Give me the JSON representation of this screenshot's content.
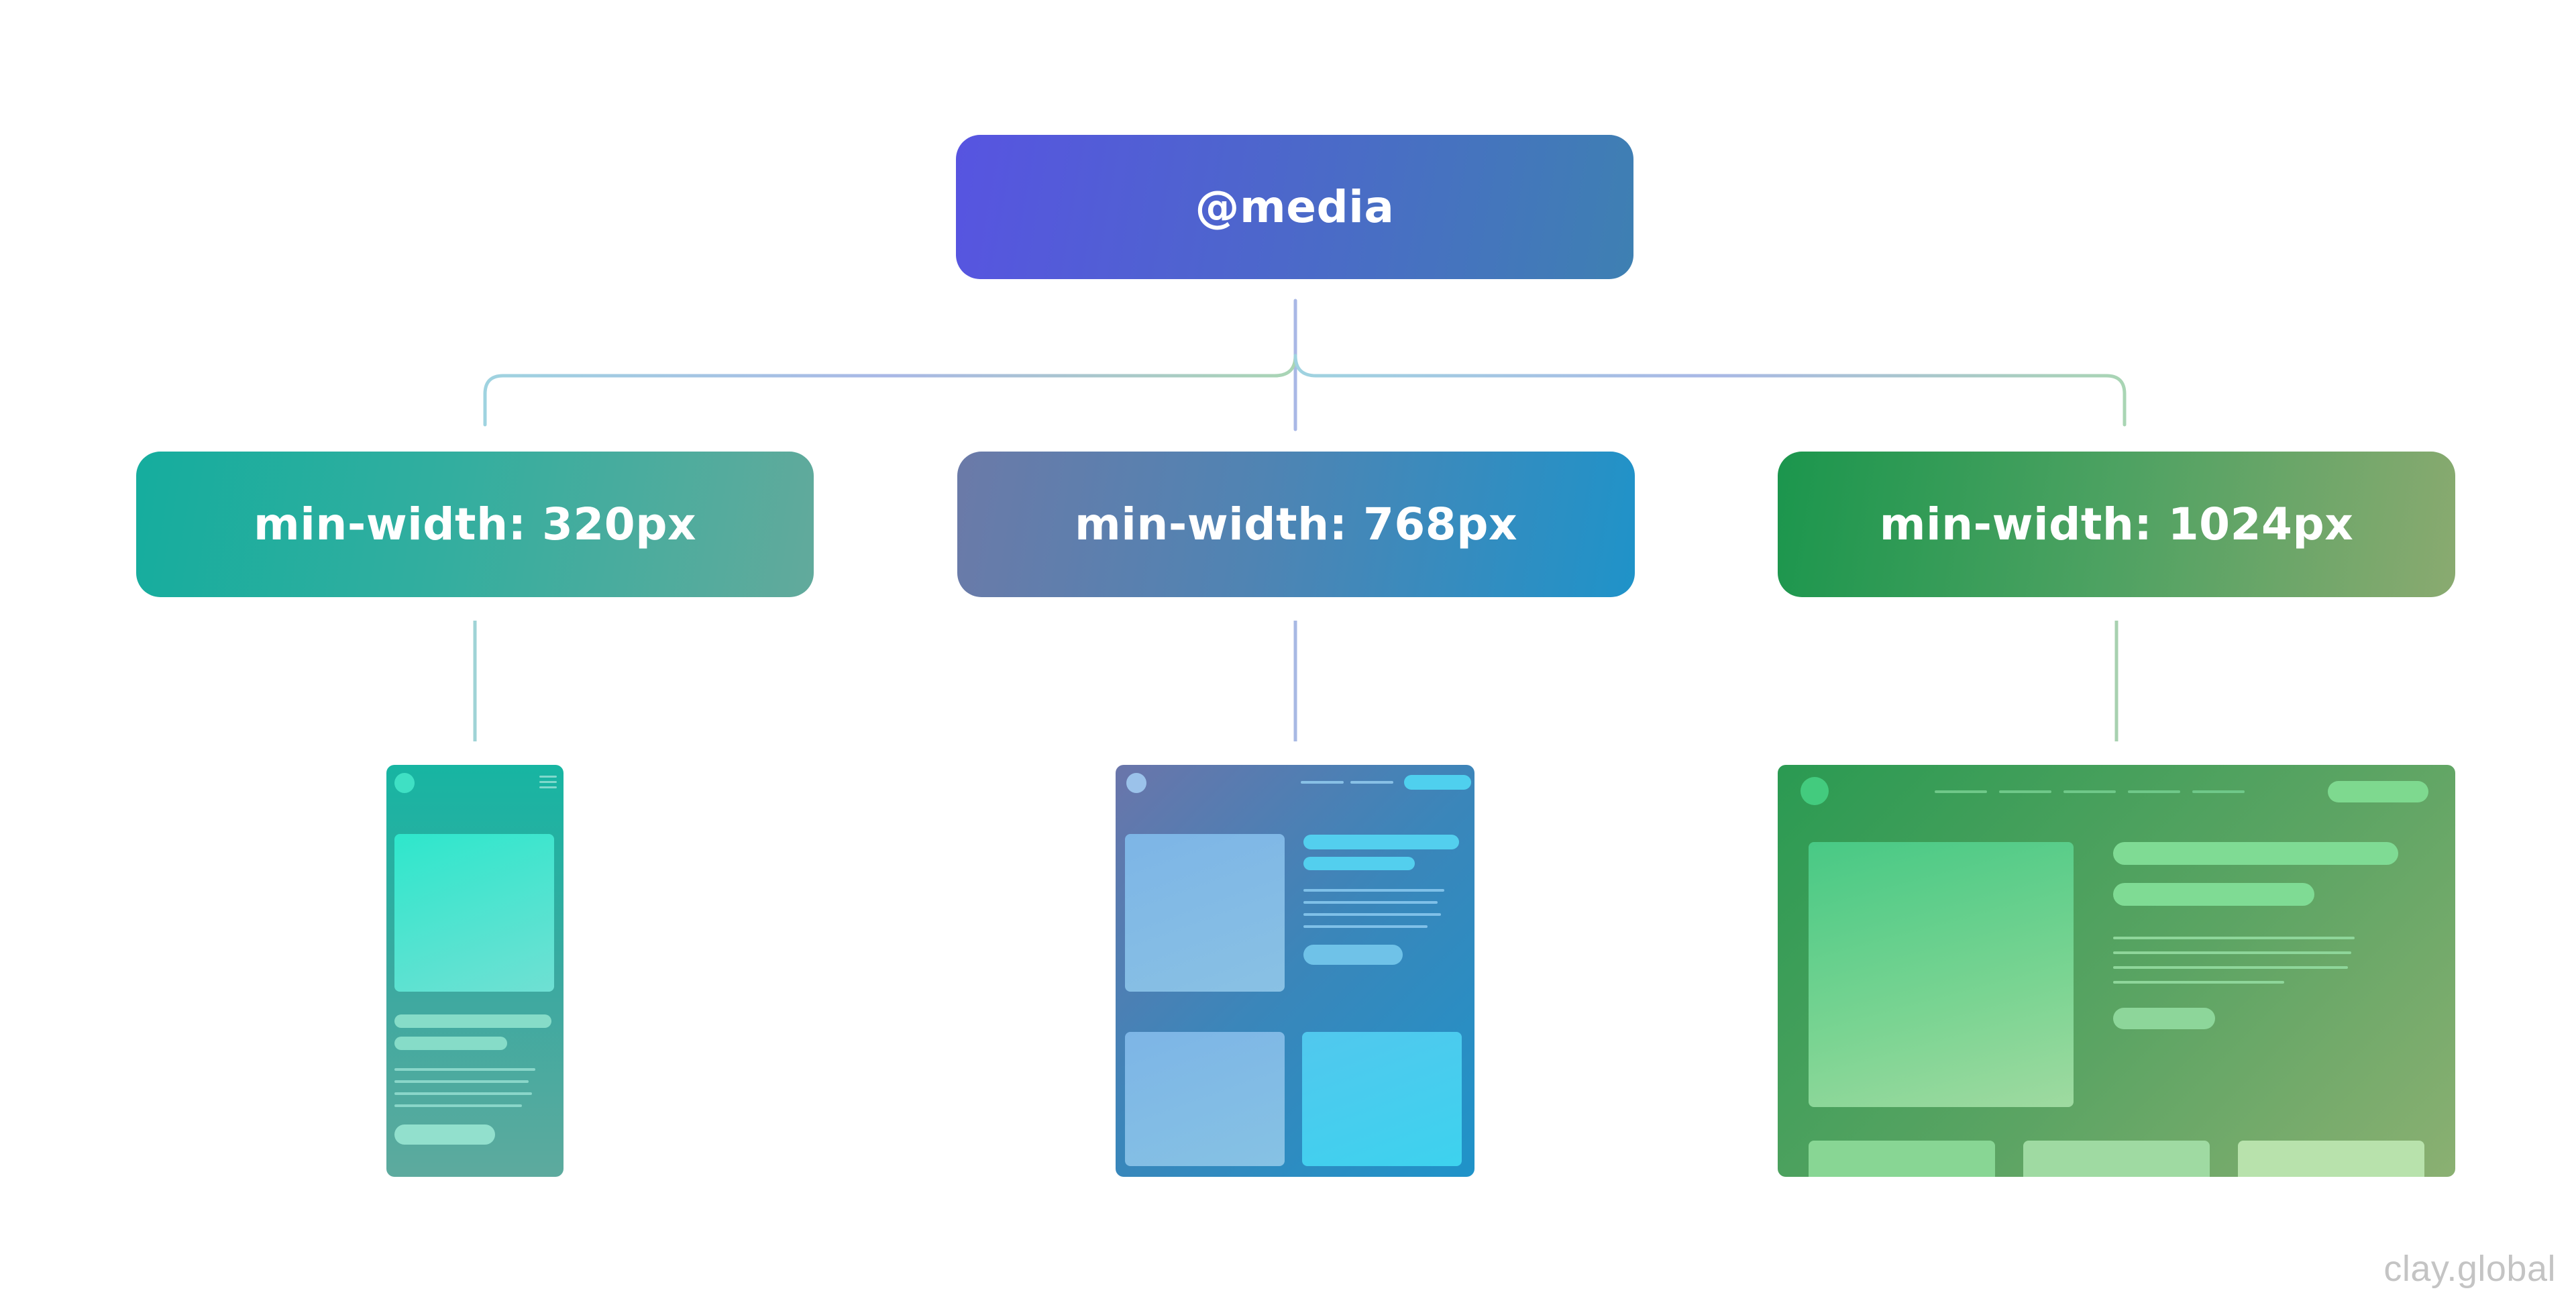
{
  "root": {
    "label": "@media"
  },
  "breakpoints": [
    {
      "label": "min-width: 320px"
    },
    {
      "label": "min-width: 768px"
    },
    {
      "label": "min-width: 1024px"
    }
  ],
  "watermark": "clay.global",
  "colors": {
    "root": "#5357dd",
    "mobile": "#1fae9f",
    "tablet": "#3a86ba",
    "desktop": "#2e9c55",
    "connector_mobile": "#9fd3d6",
    "connector_tablet": "#a8b9e4",
    "connector_desktop": "#a8d1b0"
  }
}
